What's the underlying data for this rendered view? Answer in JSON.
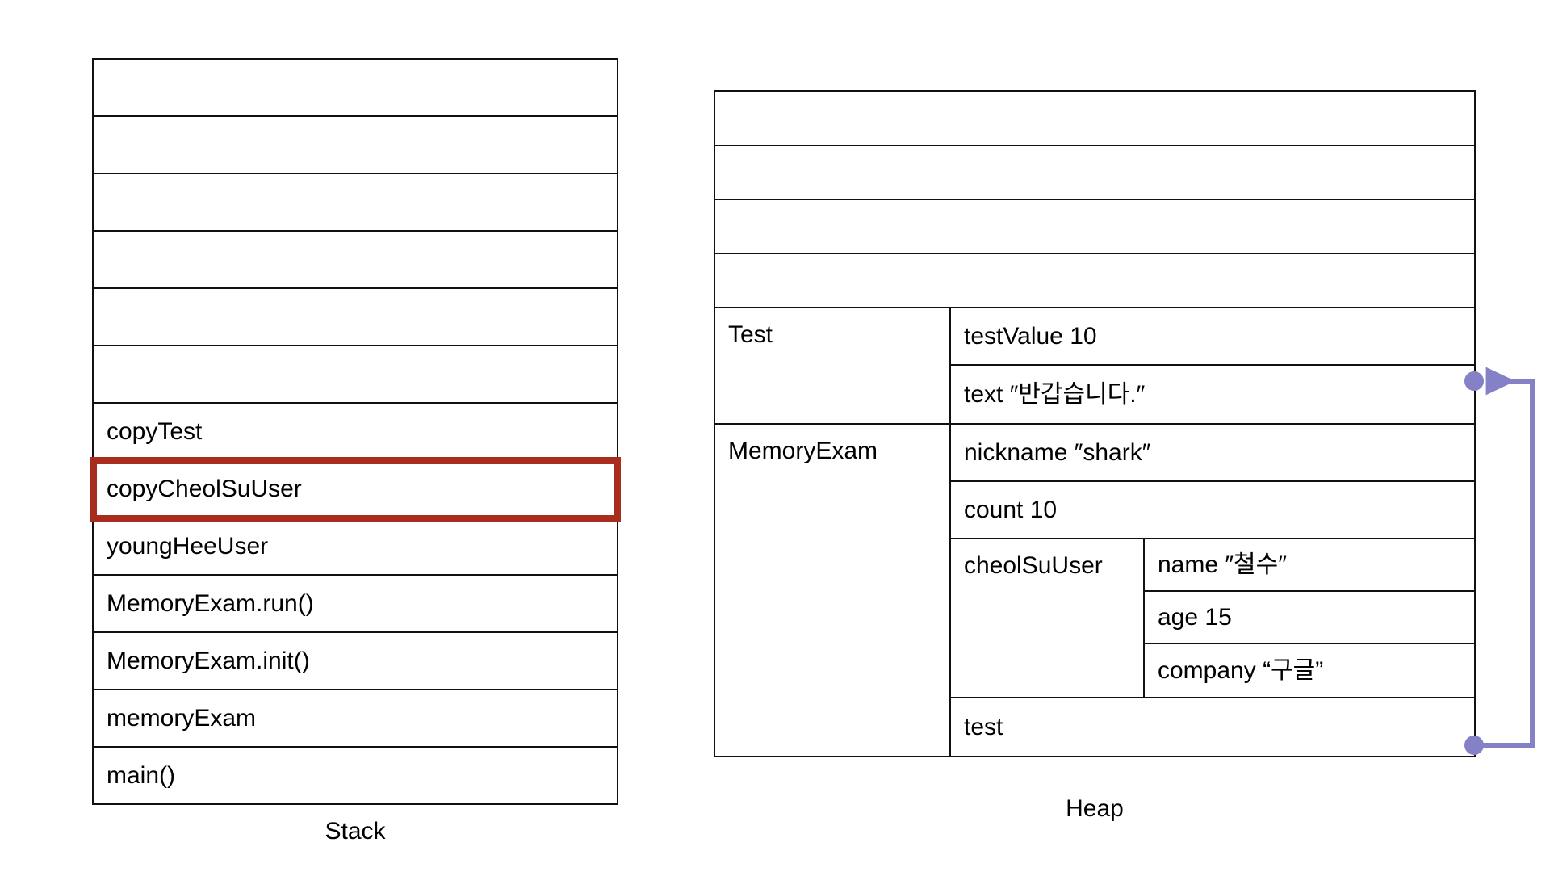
{
  "diagram": {
    "title_stack": "Stack",
    "title_heap": "Heap",
    "highlight_color": "#A82D1E",
    "connector_color": "#8481C6"
  },
  "stack": {
    "caption": "Stack",
    "empty_row_count": 6,
    "frames": [
      {
        "label": "copyTest",
        "highlighted": false
      },
      {
        "label": "copyCheolSuUser",
        "highlighted": true
      },
      {
        "label": "youngHeeUser",
        "highlighted": false
      },
      {
        "label": "MemoryExam.run()",
        "highlighted": false
      },
      {
        "label": "MemoryExam.init()",
        "highlighted": false
      },
      {
        "label": "memoryExam",
        "highlighted": false
      },
      {
        "label": "main()",
        "highlighted": false
      }
    ]
  },
  "heap": {
    "caption": "Heap",
    "empty_row_count": 4,
    "objects": [
      {
        "name": "Test",
        "fields": [
          {
            "text": "testValue 10",
            "has_connector_dot": false
          },
          {
            "text": "text ″반갑습니다.″",
            "has_connector_dot": true
          }
        ]
      },
      {
        "name": "MemoryExam",
        "fields": [
          {
            "text": "nickname ″shark″",
            "has_connector_dot": false
          },
          {
            "text": "count 10",
            "has_connector_dot": false
          }
        ],
        "nested": {
          "name": "cheolSuUser",
          "fields": [
            {
              "text": "name ″철수″"
            },
            {
              "text": "age 15"
            },
            {
              "text": "company “구글”"
            }
          ]
        },
        "trailing_fields": [
          {
            "text": "test",
            "has_connector_dot": true
          }
        ]
      }
    ]
  },
  "connector": {
    "from_label": "test",
    "to_label": "text",
    "color": "#8481C6",
    "arrow_direction": "left"
  }
}
